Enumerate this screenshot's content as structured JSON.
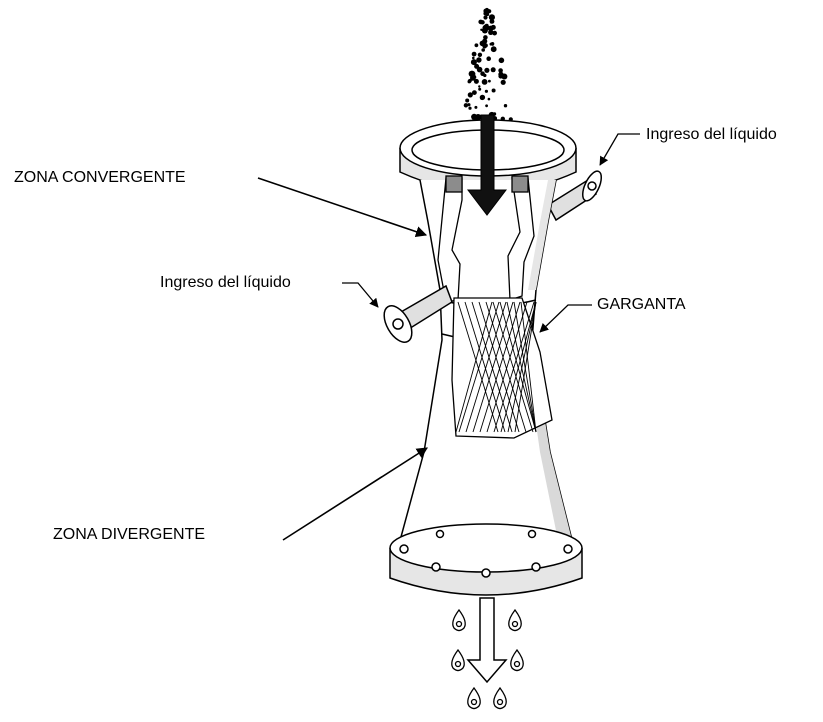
{
  "labels": {
    "converging_zone": "ZONA CONVERGENTE",
    "liquid_inlet_right": "Ingreso del líquido",
    "liquid_inlet_left": "Ingreso del líquido",
    "throat": "GARGANTA",
    "diverging_zone": "ZONA DIVERGENTE"
  },
  "colors": {
    "line": "#000000",
    "fill": "#ffffff",
    "shade": "#d9d9d9",
    "dark_shade": "#8c8c8c"
  }
}
